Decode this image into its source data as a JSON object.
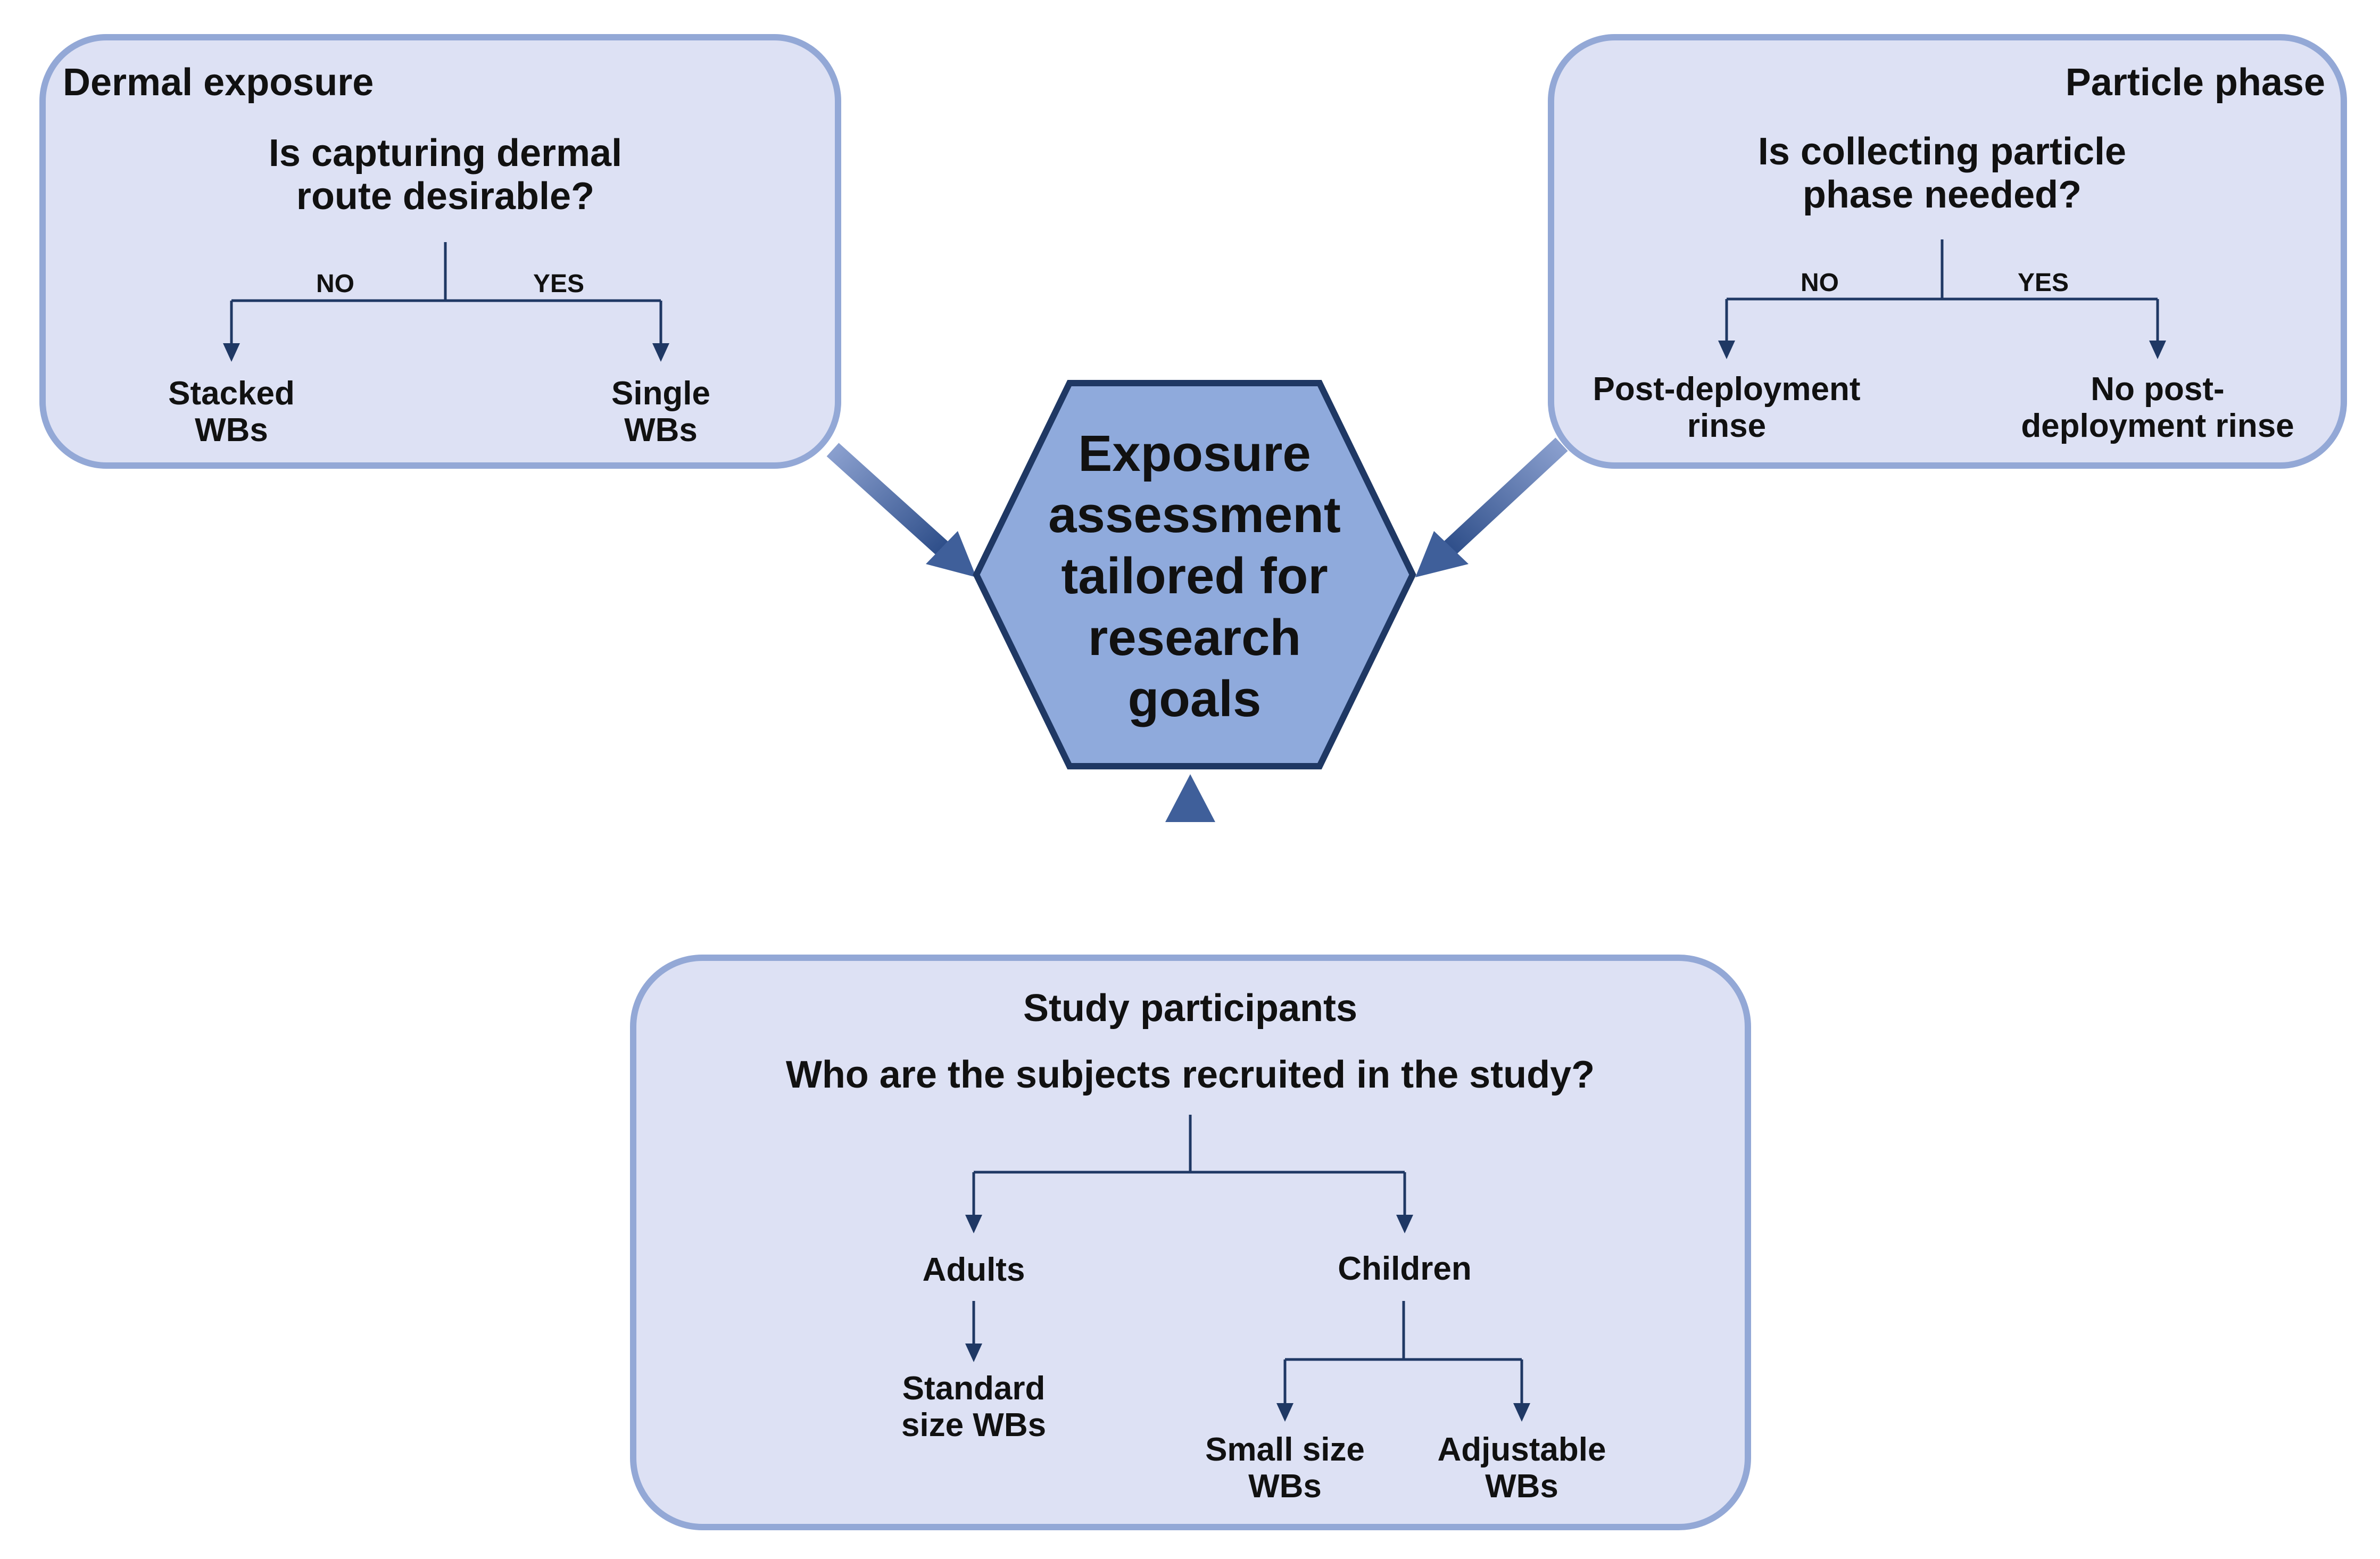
{
  "center": {
    "label": "Exposure\nassessment\ntailored for\nresearch\ngoals"
  },
  "panels": {
    "dermal": {
      "title": "Dermal exposure",
      "question": "Is capturing dermal\nroute desirable?",
      "no_label": "NO",
      "yes_label": "YES",
      "no_outcome": "Stacked\nWBs",
      "yes_outcome": "Single\nWBs"
    },
    "particle": {
      "title": "Particle phase",
      "question": "Is collecting particle\nphase needed?",
      "no_label": "NO",
      "yes_label": "YES",
      "no_outcome": "Post-deployment\nrinse",
      "yes_outcome": "No post-\ndeployment rinse"
    },
    "participants": {
      "title": "Study participants",
      "question": "Who are the subjects recruited in the study?",
      "adults": {
        "label": "Adults",
        "outcome": "Standard\nsize WBs"
      },
      "children": {
        "label": "Children",
        "outcomes": [
          "Small size\nWBs",
          "Adjustable\nWBs"
        ]
      }
    }
  },
  "colors": {
    "panel_fill": "#dde1f4",
    "panel_stroke": "#93a8d6",
    "hex_fill": "#8faadc",
    "hex_stroke": "#1f3864",
    "connector": "#1f3864",
    "big_arrow": "#4a6aa6"
  }
}
